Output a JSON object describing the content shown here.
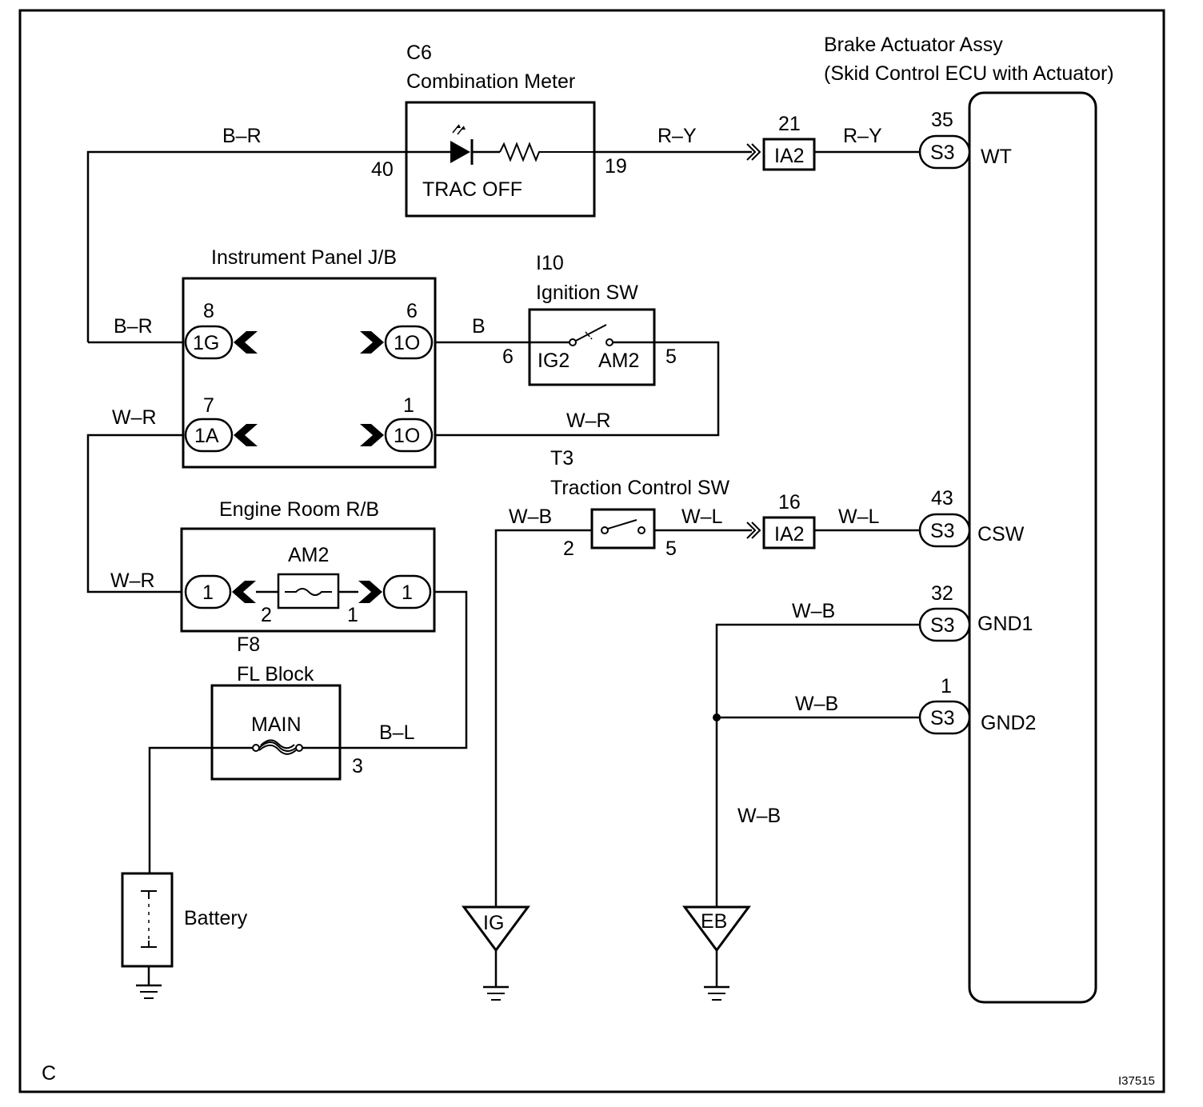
{
  "corner_letter": "C",
  "figure_id": "I37515",
  "components": {
    "combination_meter": {
      "code": "C6",
      "name": "Combination Meter",
      "lamp": "TRAC OFF",
      "pin_in": "40",
      "pin_out": "19"
    },
    "brake_actuator": {
      "name_line1": "Brake Actuator Assy",
      "name_line2": "(Skid Control ECU with Actuator)"
    },
    "instrument_panel_jb": {
      "name": "Instrument Panel J/B"
    },
    "ignition_sw": {
      "code": "I10",
      "name": "Ignition SW",
      "contact_in": "IG2",
      "contact_out": "AM2",
      "pin_in": "6",
      "pin_out": "5"
    },
    "traction_control_sw": {
      "code": "T3",
      "name": "Traction Control SW",
      "pin_in": "2",
      "pin_out": "5"
    },
    "engine_room_rb": {
      "name": "Engine Room R/B",
      "fuse": "AM2",
      "pin_left": "2",
      "pin_right": "1"
    },
    "fl_block": {
      "code": "F8",
      "name": "FL Block",
      "fuse": "MAIN",
      "pin_out": "3"
    },
    "battery": {
      "name": "Battery"
    },
    "ground_ig": {
      "name": "IG"
    },
    "ground_eb": {
      "name": "EB"
    }
  },
  "connectors": {
    "ia2_top": {
      "label": "IA2",
      "pin": "21"
    },
    "ia2_mid": {
      "label": "IA2",
      "pin": "16"
    },
    "s3_wt": {
      "label": "S3",
      "pin": "35",
      "terminal": "WT"
    },
    "s3_csw": {
      "label": "S3",
      "pin": "43",
      "terminal": "CSW"
    },
    "s3_gnd1": {
      "label": "S3",
      "pin": "32",
      "terminal": "GND1"
    },
    "s3_gnd2": {
      "label": "S3",
      "pin": "1",
      "terminal": "GND2"
    },
    "jb_1g": {
      "label": "1G",
      "pin": "8"
    },
    "jb_1o_top": {
      "label": "1O",
      "pin": "6"
    },
    "jb_1a": {
      "label": "1A",
      "pin": "7"
    },
    "jb_1o_bottom": {
      "label": "1O",
      "pin": "1"
    },
    "rb_left": {
      "label": "1"
    },
    "rb_right": {
      "label": "1"
    }
  },
  "wires": {
    "br_top": "B–R",
    "br_jb": "B–R",
    "ry_meter": "R–Y",
    "ry_ecu": "R–Y",
    "b_ign": "B",
    "wr_jb": "W–R",
    "wr_ign": "W–R",
    "wr_rb": "W–R",
    "bl_fl": "B–L",
    "wb_trac": "W–B",
    "wl_trac": "W–L",
    "wl_ecu": "W–L",
    "wb_gnd1": "W–B",
    "wb_gnd2": "W–B",
    "wb_eb": "W–B"
  }
}
